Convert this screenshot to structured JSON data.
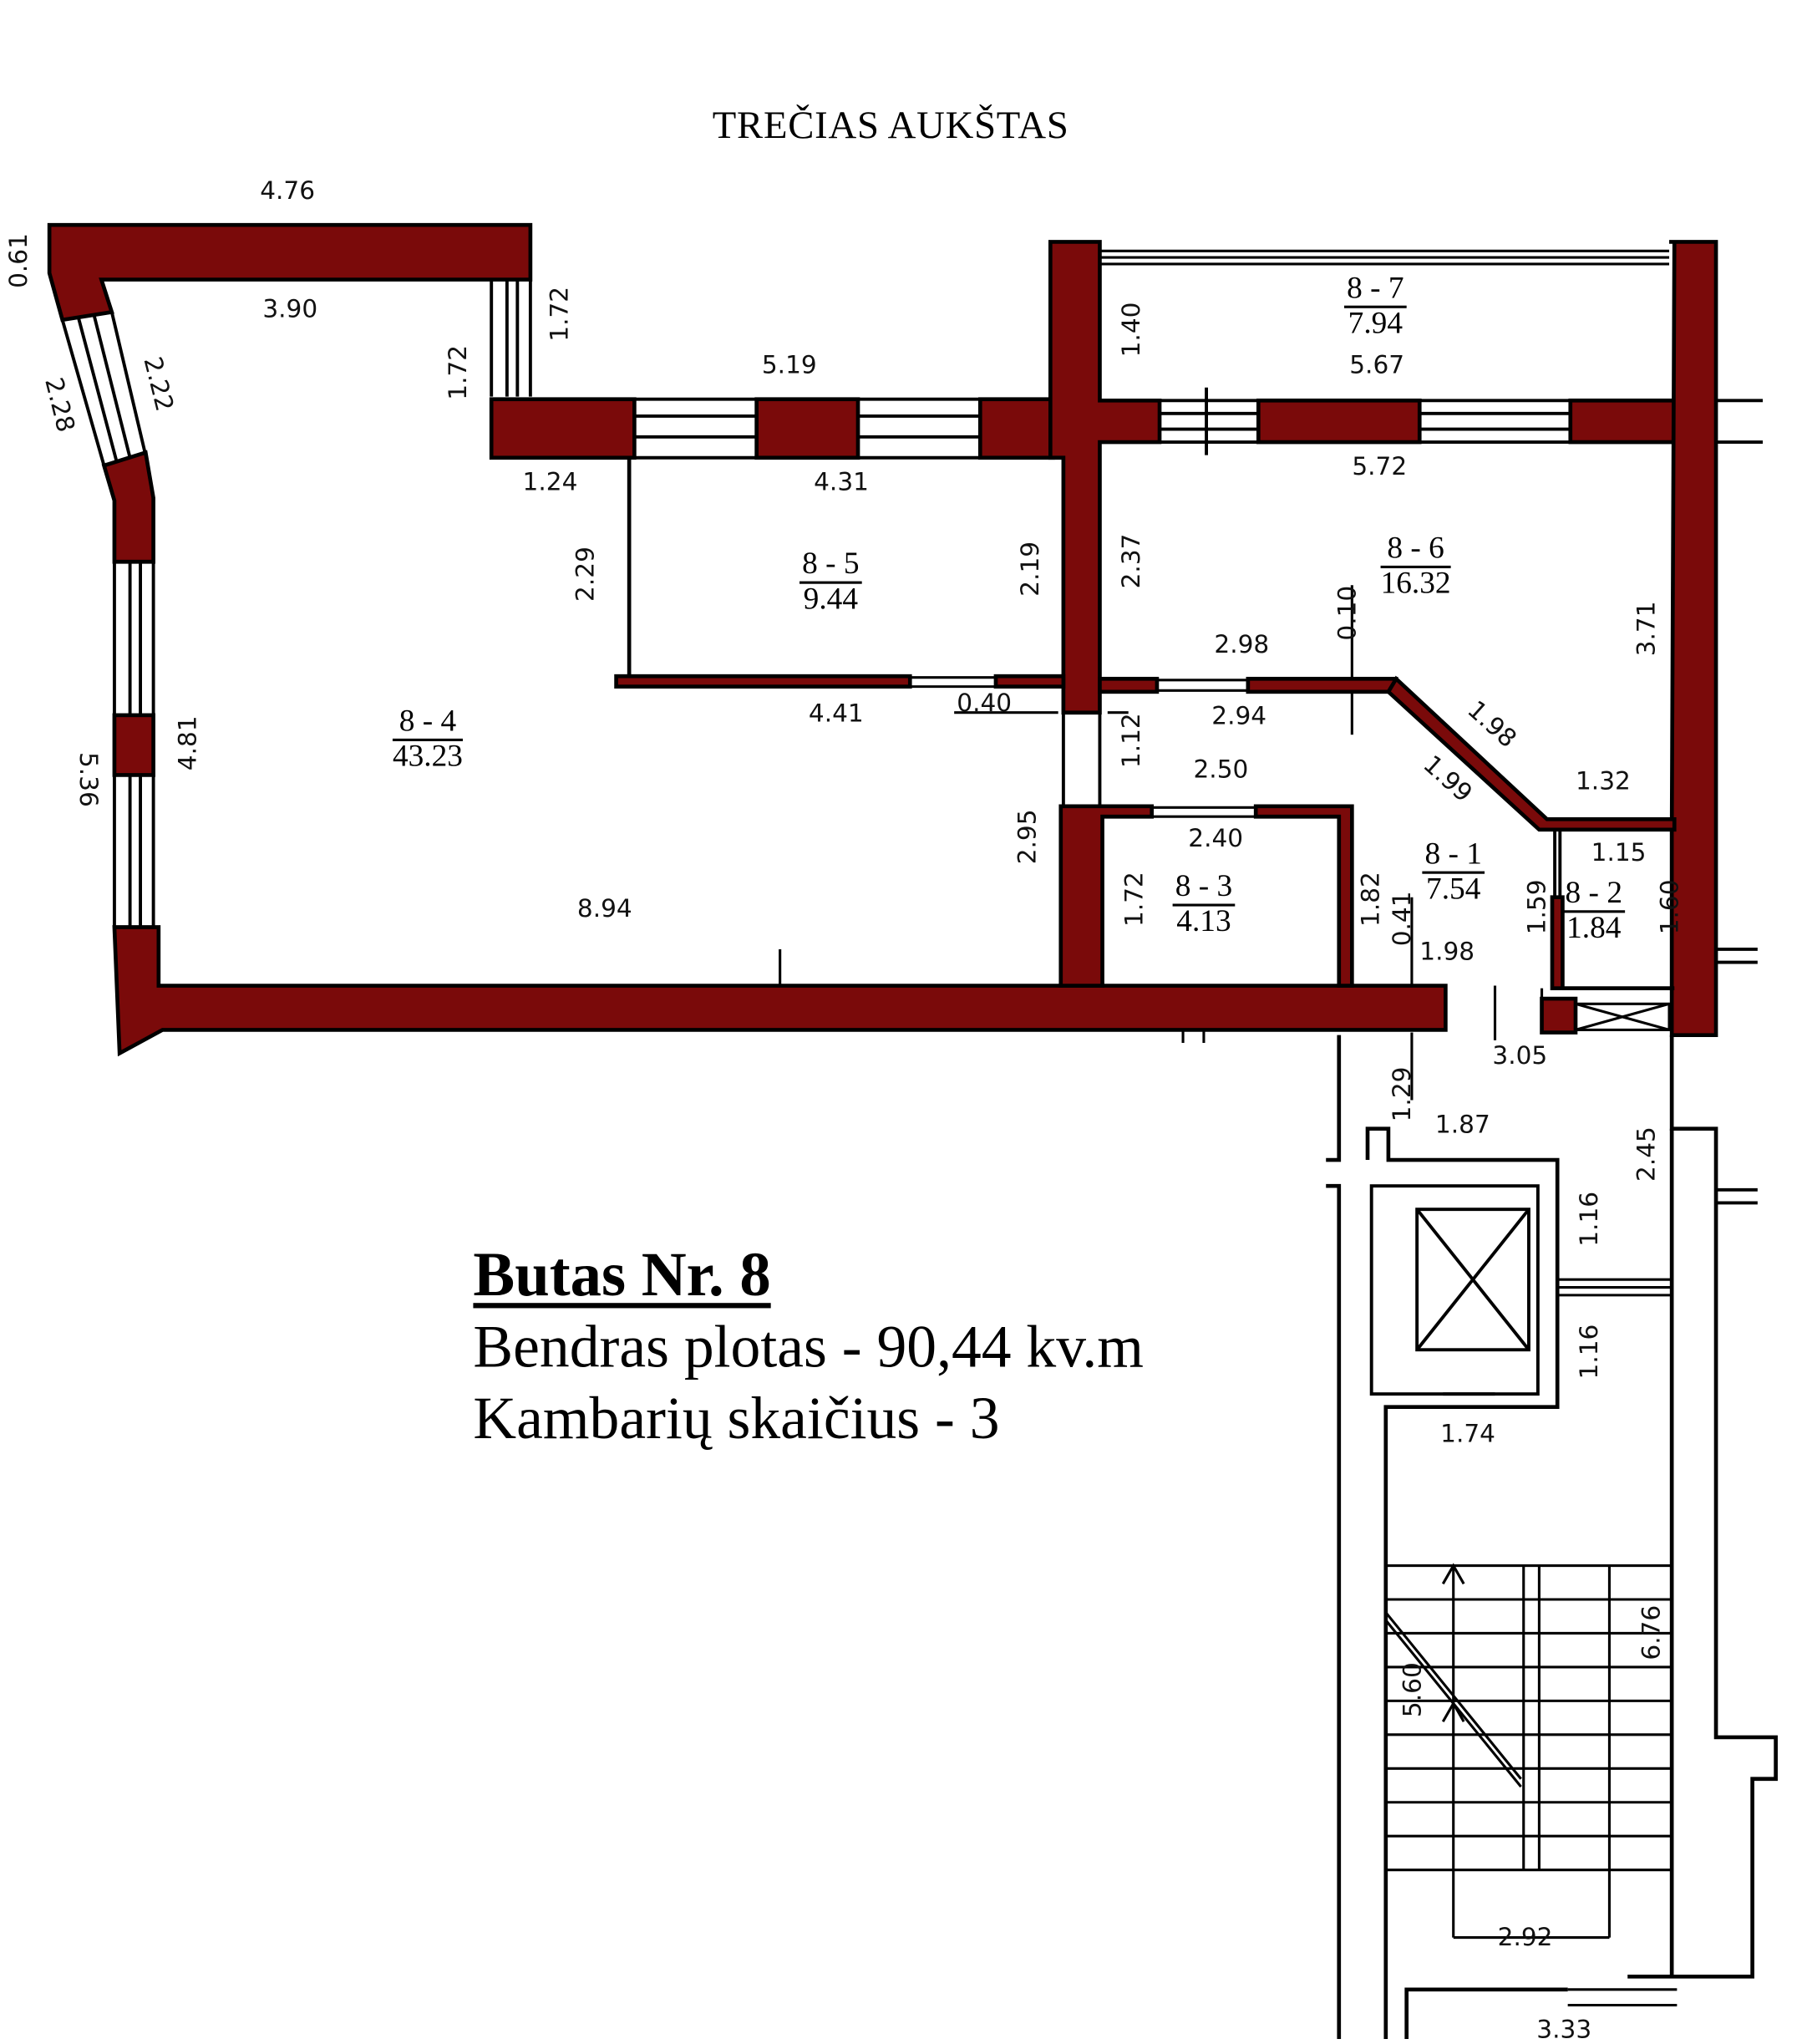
{
  "floor_title": "TREČIAS AUKŠTAS",
  "apartment": {
    "heading": "Butas Nr. 8",
    "total_area_line": "Bendras plotas - 90,44 kv.m",
    "rooms_count_line": "Kambarių skaičius - 3"
  },
  "colors": {
    "wall_fill": "#7a0a0a",
    "line": "#000000",
    "background": "#ffffff"
  },
  "rooms": [
    {
      "id": "8 - 1",
      "area": "7.54"
    },
    {
      "id": "8 - 2",
      "area": "1.84"
    },
    {
      "id": "8 - 3",
      "area": "4.13"
    },
    {
      "id": "8 - 4",
      "area": "43.23"
    },
    {
      "id": "8 - 5",
      "area": "9.44"
    },
    {
      "id": "8 - 6",
      "area": "16.32"
    },
    {
      "id": "8 - 7",
      "area": "7.94"
    }
  ],
  "dimensions": {
    "d476": "4.76",
    "d061": "0.61",
    "d390": "3.90",
    "d172a": "1.72",
    "d172b": "1.72",
    "d228": "2.28",
    "d222": "2.22",
    "d519": "5.19",
    "d124": "1.24",
    "d431": "4.31",
    "d140": "1.40",
    "d567": "5.67",
    "d572": "5.72",
    "d229": "2.29",
    "d219": "2.19",
    "d237": "2.37",
    "d010": "0.10",
    "d298": "2.98",
    "d371": "3.71",
    "d481": "4.81",
    "d536": "5.36",
    "d441": "4.41",
    "d040": "0.40",
    "d112": "1.12",
    "d294": "2.94",
    "d198a": "1.98",
    "d199": "1.99",
    "d250": "2.50",
    "d132": "1.32",
    "d295": "2.95",
    "d240": "2.40",
    "d115": "1.15",
    "d172c": "1.72",
    "d182": "1.82",
    "d041": "0.41",
    "d159": "1.59",
    "d160": "1.60",
    "d894": "8.94",
    "d198b": "1.98",
    "d305": "3.05",
    "d129": "1.29",
    "d187": "1.87",
    "d245": "2.45",
    "d116a": "1.16",
    "d116b": "1.16",
    "d174": "1.74",
    "d676": "6.76",
    "d560": "5.60",
    "d292": "2.92",
    "d333": "3.33"
  }
}
